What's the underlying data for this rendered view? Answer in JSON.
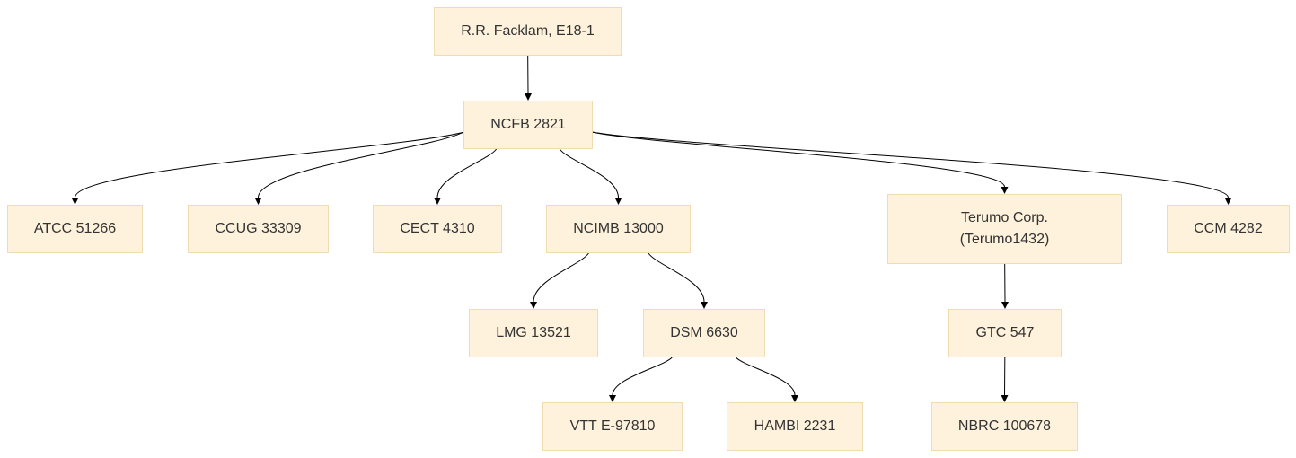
{
  "diagram": {
    "type": "strain-lineage-tree",
    "nodes": {
      "facklam": "R.R. Facklam, E18-1",
      "ncfb": "NCFB 2821",
      "atcc": "ATCC 51266",
      "ccug": "CCUG 33309",
      "cect": "CECT 4310",
      "ncimb": "NCIMB 13000",
      "terumo": "Terumo Corp.\n(Terumo1432)",
      "ccm": "CCM 4282",
      "lmg": "LMG 13521",
      "dsm": "DSM 6630",
      "gtc": "GTC 547",
      "vtt": "VTT E-97810",
      "hambi": "HAMBI 2231",
      "nbrc": "NBRC 100678"
    },
    "edges": [
      [
        "facklam",
        "ncfb"
      ],
      [
        "ncfb",
        "atcc"
      ],
      [
        "ncfb",
        "ccug"
      ],
      [
        "ncfb",
        "cect"
      ],
      [
        "ncfb",
        "ncimb"
      ],
      [
        "ncfb",
        "terumo"
      ],
      [
        "ncfb",
        "ccm"
      ],
      [
        "ncimb",
        "lmg"
      ],
      [
        "ncimb",
        "dsm"
      ],
      [
        "dsm",
        "vtt"
      ],
      [
        "dsm",
        "hambi"
      ],
      [
        "terumo",
        "gtc"
      ],
      [
        "gtc",
        "nbrc"
      ]
    ],
    "colors": {
      "node_fill": "#fff2dc",
      "node_border": "#f0dcb0",
      "text": "#333333",
      "edge": "#000000"
    }
  }
}
